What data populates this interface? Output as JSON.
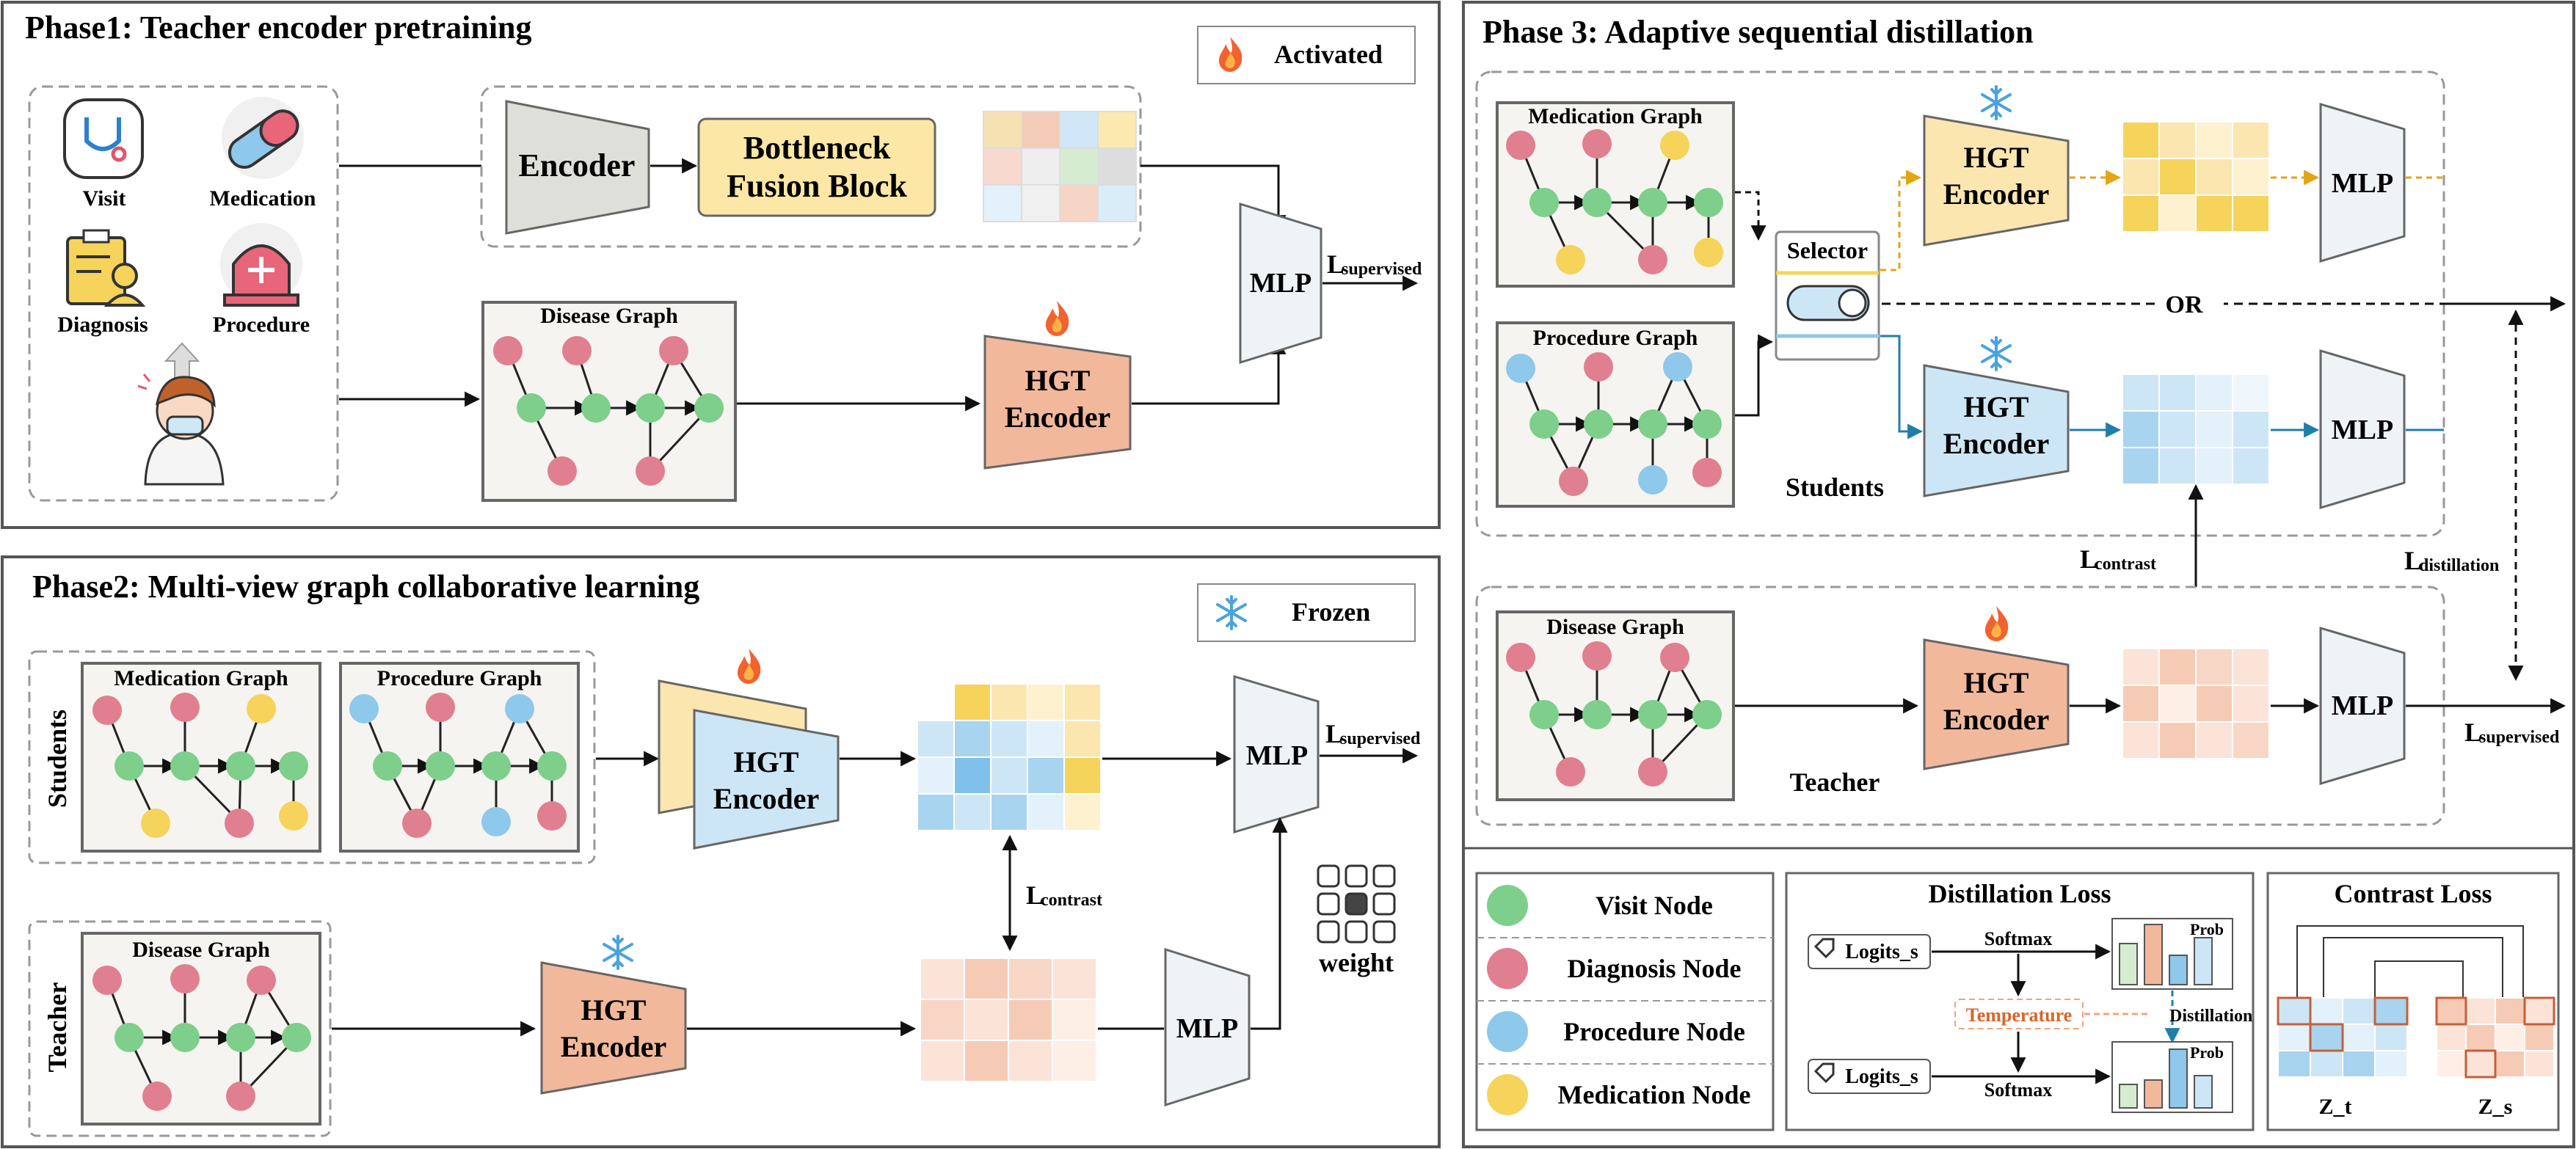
{
  "phase1": {
    "title": "Phase1: Teacher encoder pretraining",
    "inputs": {
      "visit": "Visit",
      "medication": "Medication",
      "diagnosis": "Diagnosis",
      "procedure": "Procedure"
    },
    "encoder": "Encoder",
    "bottleneck_line1": "Bottleneck",
    "bottleneck_line2": "Fusion Block",
    "disease_graph": "Disease Graph",
    "hgt_line1": "HGT",
    "hgt_line2": "Encoder",
    "mlp": "MLP",
    "loss_main": "L",
    "loss_sub": "supervised"
  },
  "legend_top": {
    "activated": "Activated",
    "frozen": "Frozen"
  },
  "phase2": {
    "title": "Phase2: Multi-view graph collaborative learning",
    "students": "Students",
    "teacher": "Teacher",
    "medication_graph": "Medication Graph",
    "procedure_graph": "Procedure Graph",
    "disease_graph": "Disease Graph",
    "hgt_line1": "HGT",
    "hgt_line2": "Encoder",
    "mlp": "MLP",
    "loss_sup_main": "L",
    "loss_sup_sub": "supervised",
    "loss_con_main": "L",
    "loss_con_sub": "contrast",
    "weight": "weight"
  },
  "phase3": {
    "title": "Phase 3: Adaptive sequential distillation",
    "medication_graph": "Medication Graph",
    "procedure_graph": "Procedure Graph",
    "disease_graph": "Disease Graph",
    "selector": "Selector",
    "or": "OR",
    "students": "Students",
    "teacher": "Teacher",
    "hgt_line1": "HGT",
    "hgt_line2": "Encoder",
    "mlp": "MLP",
    "loss_con_main": "L",
    "loss_con_sub": "contrast",
    "loss_dist_main": "L",
    "loss_dist_sub": "distillation",
    "loss_sup_main": "L",
    "loss_sup_sub": "supervised"
  },
  "node_legend": {
    "visit": "Visit Node",
    "diagnosis": "Diagnosis Node",
    "procedure": "Procedure Node",
    "medication": "Medication Node"
  },
  "distillation_loss": {
    "title": "Distillation Loss",
    "logits1": "Logits_s",
    "logits2": "Logits_s",
    "softmax1": "Softmax",
    "softmax2": "Softmax",
    "temperature": "Temperature",
    "distillation": "Distillation",
    "prob1": "Prob",
    "prob2": "Prob"
  },
  "contrast_loss": {
    "title": "Contrast Loss",
    "zt": "Z_t",
    "zs": "Z_s"
  },
  "colors": {
    "visit": "#7dcf8b",
    "diagnosis": "#e07f8f",
    "procedure": "#8ec8ea",
    "medication": "#f6d35a",
    "hgt_orange": "#f2b89c",
    "hgt_blue": "#cde6f5",
    "hgt_yellow": "#fbe6b0",
    "encoder_gray": "#dedfd8",
    "mlp_gray": "#eef3f6",
    "bottleneck": "#fde7a6"
  }
}
